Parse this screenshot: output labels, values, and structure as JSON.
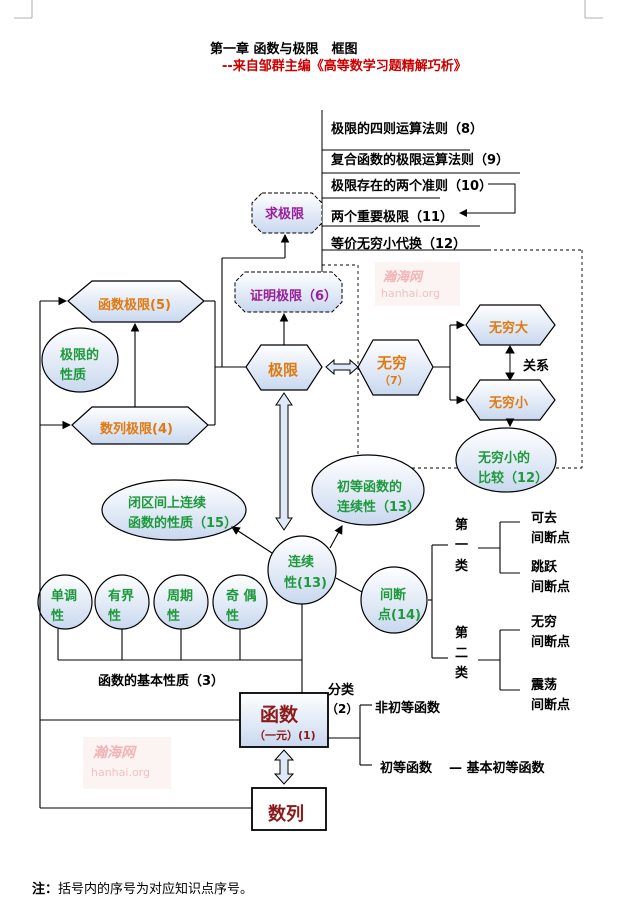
{
  "header": {
    "title": "第一章 函数与极限　框图",
    "subtitle": "--来自邹群主编《高等数学习题精解巧析》"
  },
  "rules": {
    "r1": "极限的四则运算法则（8）",
    "r2": "复合函数的极限运算法则（9）",
    "r3": "极限存在的两个准则（10）",
    "r4": "两个重要极限（11）",
    "r5": "等价无穷小代换（12）"
  },
  "nodes": {
    "qiu_jixian": "求极限",
    "zhengming_jixian": "证明极限（6）",
    "hanshu_jixian": "函数极限(5)",
    "jixian_xingzhi_1": "极限的",
    "jixian_xingzhi_2": "性质",
    "shulie_jixian": "数列极限(4)",
    "jixian": "极限",
    "wuqiong_1": "无穷",
    "wuqiong_2": "（7）",
    "wuqiongda": "无穷大",
    "wuqiongxiao": "无穷小",
    "guanxi": "关系",
    "bijiao_1": "无穷小的",
    "bijiao_2": "比较（12）",
    "biqujian_1": "闭区间上连续",
    "biqujian_2": "函数的性质（15）",
    "chudeng_1": "初等函数的",
    "chudeng_2": "连续性（13）",
    "lianxu_1": "连续",
    "lianxu_2": "性(13)",
    "dandiao_1": "单调",
    "dandiao_2": "性",
    "youjie_1": "有界",
    "youjie_2": "性",
    "zhouqi_1": "周期",
    "zhouqi_2": "性",
    "jiou_1": "奇 偶",
    "jiou_2": "性",
    "jianduan_1": "间断",
    "jianduan_2": "点(14)",
    "diyilei_1": "第",
    "diyilei_2": "一",
    "diyilei_3": "类",
    "dierlei_1": "第",
    "dierlei_2": "二",
    "dierlei_3": "类",
    "kequ_1": "可去",
    "kequ_2": "间断点",
    "tiaoyue_1": "跳跃",
    "tiaoyue_2": "间断点",
    "wuqiong_jd_1": "无穷",
    "wuqiong_jd_2": "间断点",
    "zhendang_1": "震荡",
    "zhendang_2": "间断点",
    "jiben_xingzhi": "函数的基本性质（3）",
    "fenlei_1": "分类",
    "fenlei_2": "（2）",
    "hanshu_1": "函数",
    "hanshu_2": "（一元）(1)",
    "fei_chudeng": "非初等函数",
    "chudeng_hanshu": "初等函数",
    "jiben_chudeng": "— 基本初等函数",
    "shulie": "数列"
  },
  "watermarks": {
    "w1_cn": "瀚海网",
    "w1_en": "hanhai.org",
    "w2_cn": "瀚海网",
    "w2_en": "hanhai.org"
  },
  "footer": {
    "note_label": "注：",
    "note_text": "括号内的序号为对应知识点序号。"
  },
  "colors": {
    "node_fill": "#dfe8f6",
    "node_stroke": "#000000",
    "green_text": "#1e9a3c",
    "orange_text": "#e07a10",
    "purple_text": "#9a1f9a",
    "darkred_text": "#8b1a1a",
    "subtitle_red": "#cc0000"
  }
}
